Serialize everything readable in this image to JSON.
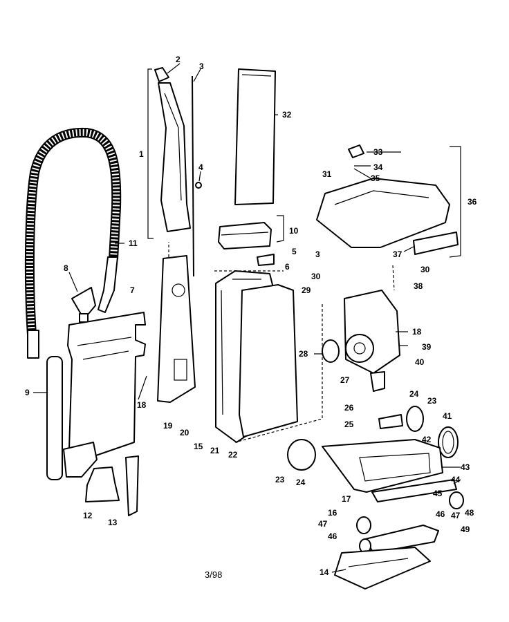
{
  "diagram": {
    "date_code": "3/98",
    "labels": [
      {
        "id": "l1",
        "text": "1"
      },
      {
        "id": "l2",
        "text": "2"
      },
      {
        "id": "l3a",
        "text": "3"
      },
      {
        "id": "l4",
        "text": "4"
      },
      {
        "id": "l32",
        "text": "32"
      },
      {
        "id": "l11",
        "text": "11"
      },
      {
        "id": "l8",
        "text": "8"
      },
      {
        "id": "l7",
        "text": "7"
      },
      {
        "id": "l9",
        "text": "9"
      },
      {
        "id": "l18a",
        "text": "18"
      },
      {
        "id": "l12",
        "text": "12"
      },
      {
        "id": "l13",
        "text": "13"
      },
      {
        "id": "l10",
        "text": "10"
      },
      {
        "id": "l5",
        "text": "5"
      },
      {
        "id": "l6",
        "text": "6"
      },
      {
        "id": "l19",
        "text": "19"
      },
      {
        "id": "l20",
        "text": "20"
      },
      {
        "id": "l15",
        "text": "15"
      },
      {
        "id": "l21",
        "text": "21"
      },
      {
        "id": "l22",
        "text": "22"
      },
      {
        "id": "l33",
        "text": "33"
      },
      {
        "id": "l31",
        "text": "31"
      },
      {
        "id": "l34",
        "text": "34"
      },
      {
        "id": "l35",
        "text": "35"
      },
      {
        "id": "l36",
        "text": "36"
      },
      {
        "id": "l3b",
        "text": "3"
      },
      {
        "id": "l37",
        "text": "37"
      },
      {
        "id": "l30a",
        "text": "30"
      },
      {
        "id": "l30b",
        "text": "30"
      },
      {
        "id": "l38",
        "text": "38"
      },
      {
        "id": "l29",
        "text": "29"
      },
      {
        "id": "l18b",
        "text": "18"
      },
      {
        "id": "l39",
        "text": "39"
      },
      {
        "id": "l28",
        "text": "28"
      },
      {
        "id": "l40",
        "text": "40"
      },
      {
        "id": "l27",
        "text": "27"
      },
      {
        "id": "l24a",
        "text": "24"
      },
      {
        "id": "l23a",
        "text": "23"
      },
      {
        "id": "l26",
        "text": "26"
      },
      {
        "id": "l25",
        "text": "25"
      },
      {
        "id": "l41",
        "text": "41"
      },
      {
        "id": "l42",
        "text": "42"
      },
      {
        "id": "l43",
        "text": "43"
      },
      {
        "id": "l23b",
        "text": "23"
      },
      {
        "id": "l24b",
        "text": "24"
      },
      {
        "id": "l44",
        "text": "44"
      },
      {
        "id": "l17",
        "text": "17"
      },
      {
        "id": "l45",
        "text": "45"
      },
      {
        "id": "l16",
        "text": "16"
      },
      {
        "id": "l46a",
        "text": "46"
      },
      {
        "id": "l47a",
        "text": "47"
      },
      {
        "id": "l48a",
        "text": "48"
      },
      {
        "id": "l47b",
        "text": "47"
      },
      {
        "id": "l46b",
        "text": "46"
      },
      {
        "id": "l49",
        "text": "49"
      },
      {
        "id": "l14",
        "text": "14"
      }
    ]
  }
}
